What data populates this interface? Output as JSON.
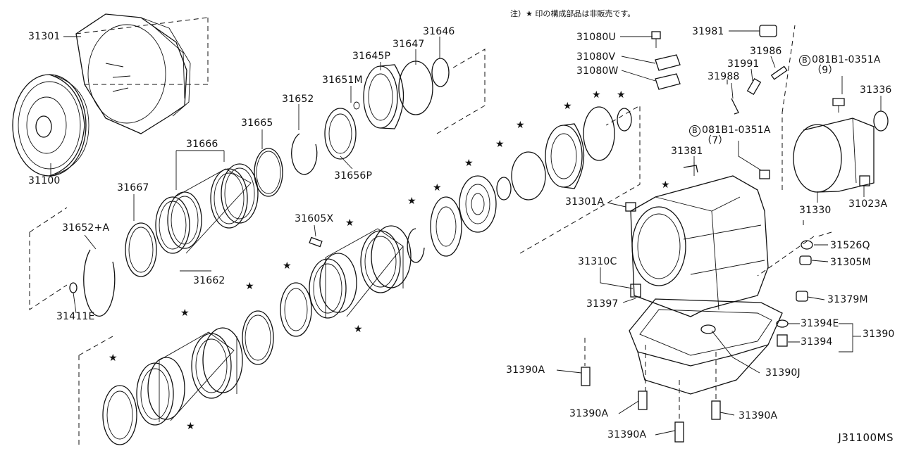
{
  "note": "注）★ 印の構成部品は非販売です。",
  "diagram_code": "J31100MS",
  "parts": {
    "p31301": "31301",
    "p31100": "31100",
    "p31667": "31667",
    "p31666": "31666",
    "p31665": "31665",
    "p31652": "31652",
    "p31651M": "31651M",
    "p31645P": "31645P",
    "p31647": "31647",
    "p31646": "31646",
    "p31656P": "31656P",
    "p31662": "31662",
    "p31652A": "31652+A",
    "p31411E": "31411E",
    "p31605X": "31605X",
    "p31080U": "31080U",
    "p31080V": "31080V",
    "p31080W": "31080W",
    "p31981": "31981",
    "p31986": "31986",
    "p31991": "31991",
    "p31988": "31988",
    "p081B1_9": "081B1-0351A",
    "p081B1_9_qty": "（9）",
    "p31336": "31336",
    "p081B1_7": "081B1-0351A",
    "p081B1_7_qty": "（7）",
    "p31381": "31381",
    "p31301A": "31301A",
    "p31330": "31330",
    "p31023A": "31023A",
    "p31526Q": "31526Q",
    "p31305M": "31305M",
    "p31310C": "31310C",
    "p31397": "31397",
    "p31379M": "31379M",
    "p31394E": "31394E",
    "p31394": "31394",
    "p31390": "31390",
    "p31390J": "31390J",
    "p31390A_1": "31390A",
    "p31390A_2": "31390A",
    "p31390A_3": "31390A",
    "p31390A_4": "31390A"
  },
  "circled_prefix": "B"
}
